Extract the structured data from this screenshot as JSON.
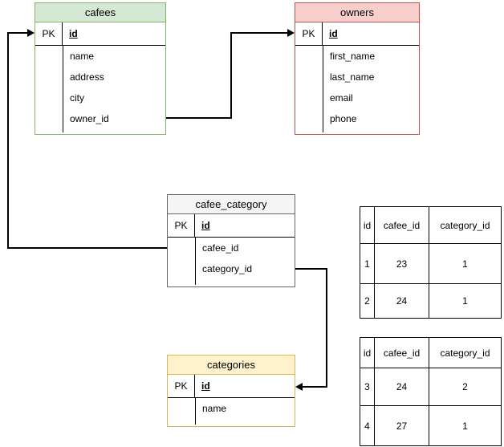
{
  "diagram": {
    "entities": [
      {
        "name": "cafees",
        "pk_label": "PK",
        "pk_field": "id",
        "fields": [
          "name",
          "address",
          "city",
          "owner_id"
        ],
        "header_bg": "#d5e8d4",
        "border_color": "#82b366"
      },
      {
        "name": "owners",
        "pk_label": "PK",
        "pk_field": "id",
        "fields": [
          "first_name",
          "last_name",
          "email",
          "phone"
        ],
        "header_bg": "#f8cecc",
        "border_color": "#b85450"
      },
      {
        "name": "cafee_category",
        "pk_label": "PK",
        "pk_field": "id",
        "fields": [
          "cafee_id",
          "category_id"
        ],
        "header_bg": "#f5f5f5",
        "border_color": "#666666"
      },
      {
        "name": "categories",
        "pk_label": "PK",
        "pk_field": "id",
        "fields": [
          "name"
        ],
        "header_bg": "#fff2cc",
        "border_color": "#d6b656"
      }
    ],
    "connectors": [
      {
        "from": "cafees.owner_id",
        "to": "owners.id"
      },
      {
        "from": "cafee_category.cafee_id",
        "to": "cafees.id"
      },
      {
        "from": "cafee_category.category_id",
        "to": "categories.id"
      }
    ],
    "line_color": "#000000",
    "data_tables": [
      {
        "columns": [
          "id",
          "cafee_id",
          "category_id"
        ],
        "rows": [
          [
            "1",
            "23",
            "1"
          ],
          [
            "2",
            "24",
            "1"
          ]
        ]
      },
      {
        "columns": [
          "id",
          "cafee_id",
          "category_id"
        ],
        "rows": [
          [
            "3",
            "24",
            "2"
          ],
          [
            "4",
            "27",
            "1"
          ]
        ]
      }
    ]
  }
}
